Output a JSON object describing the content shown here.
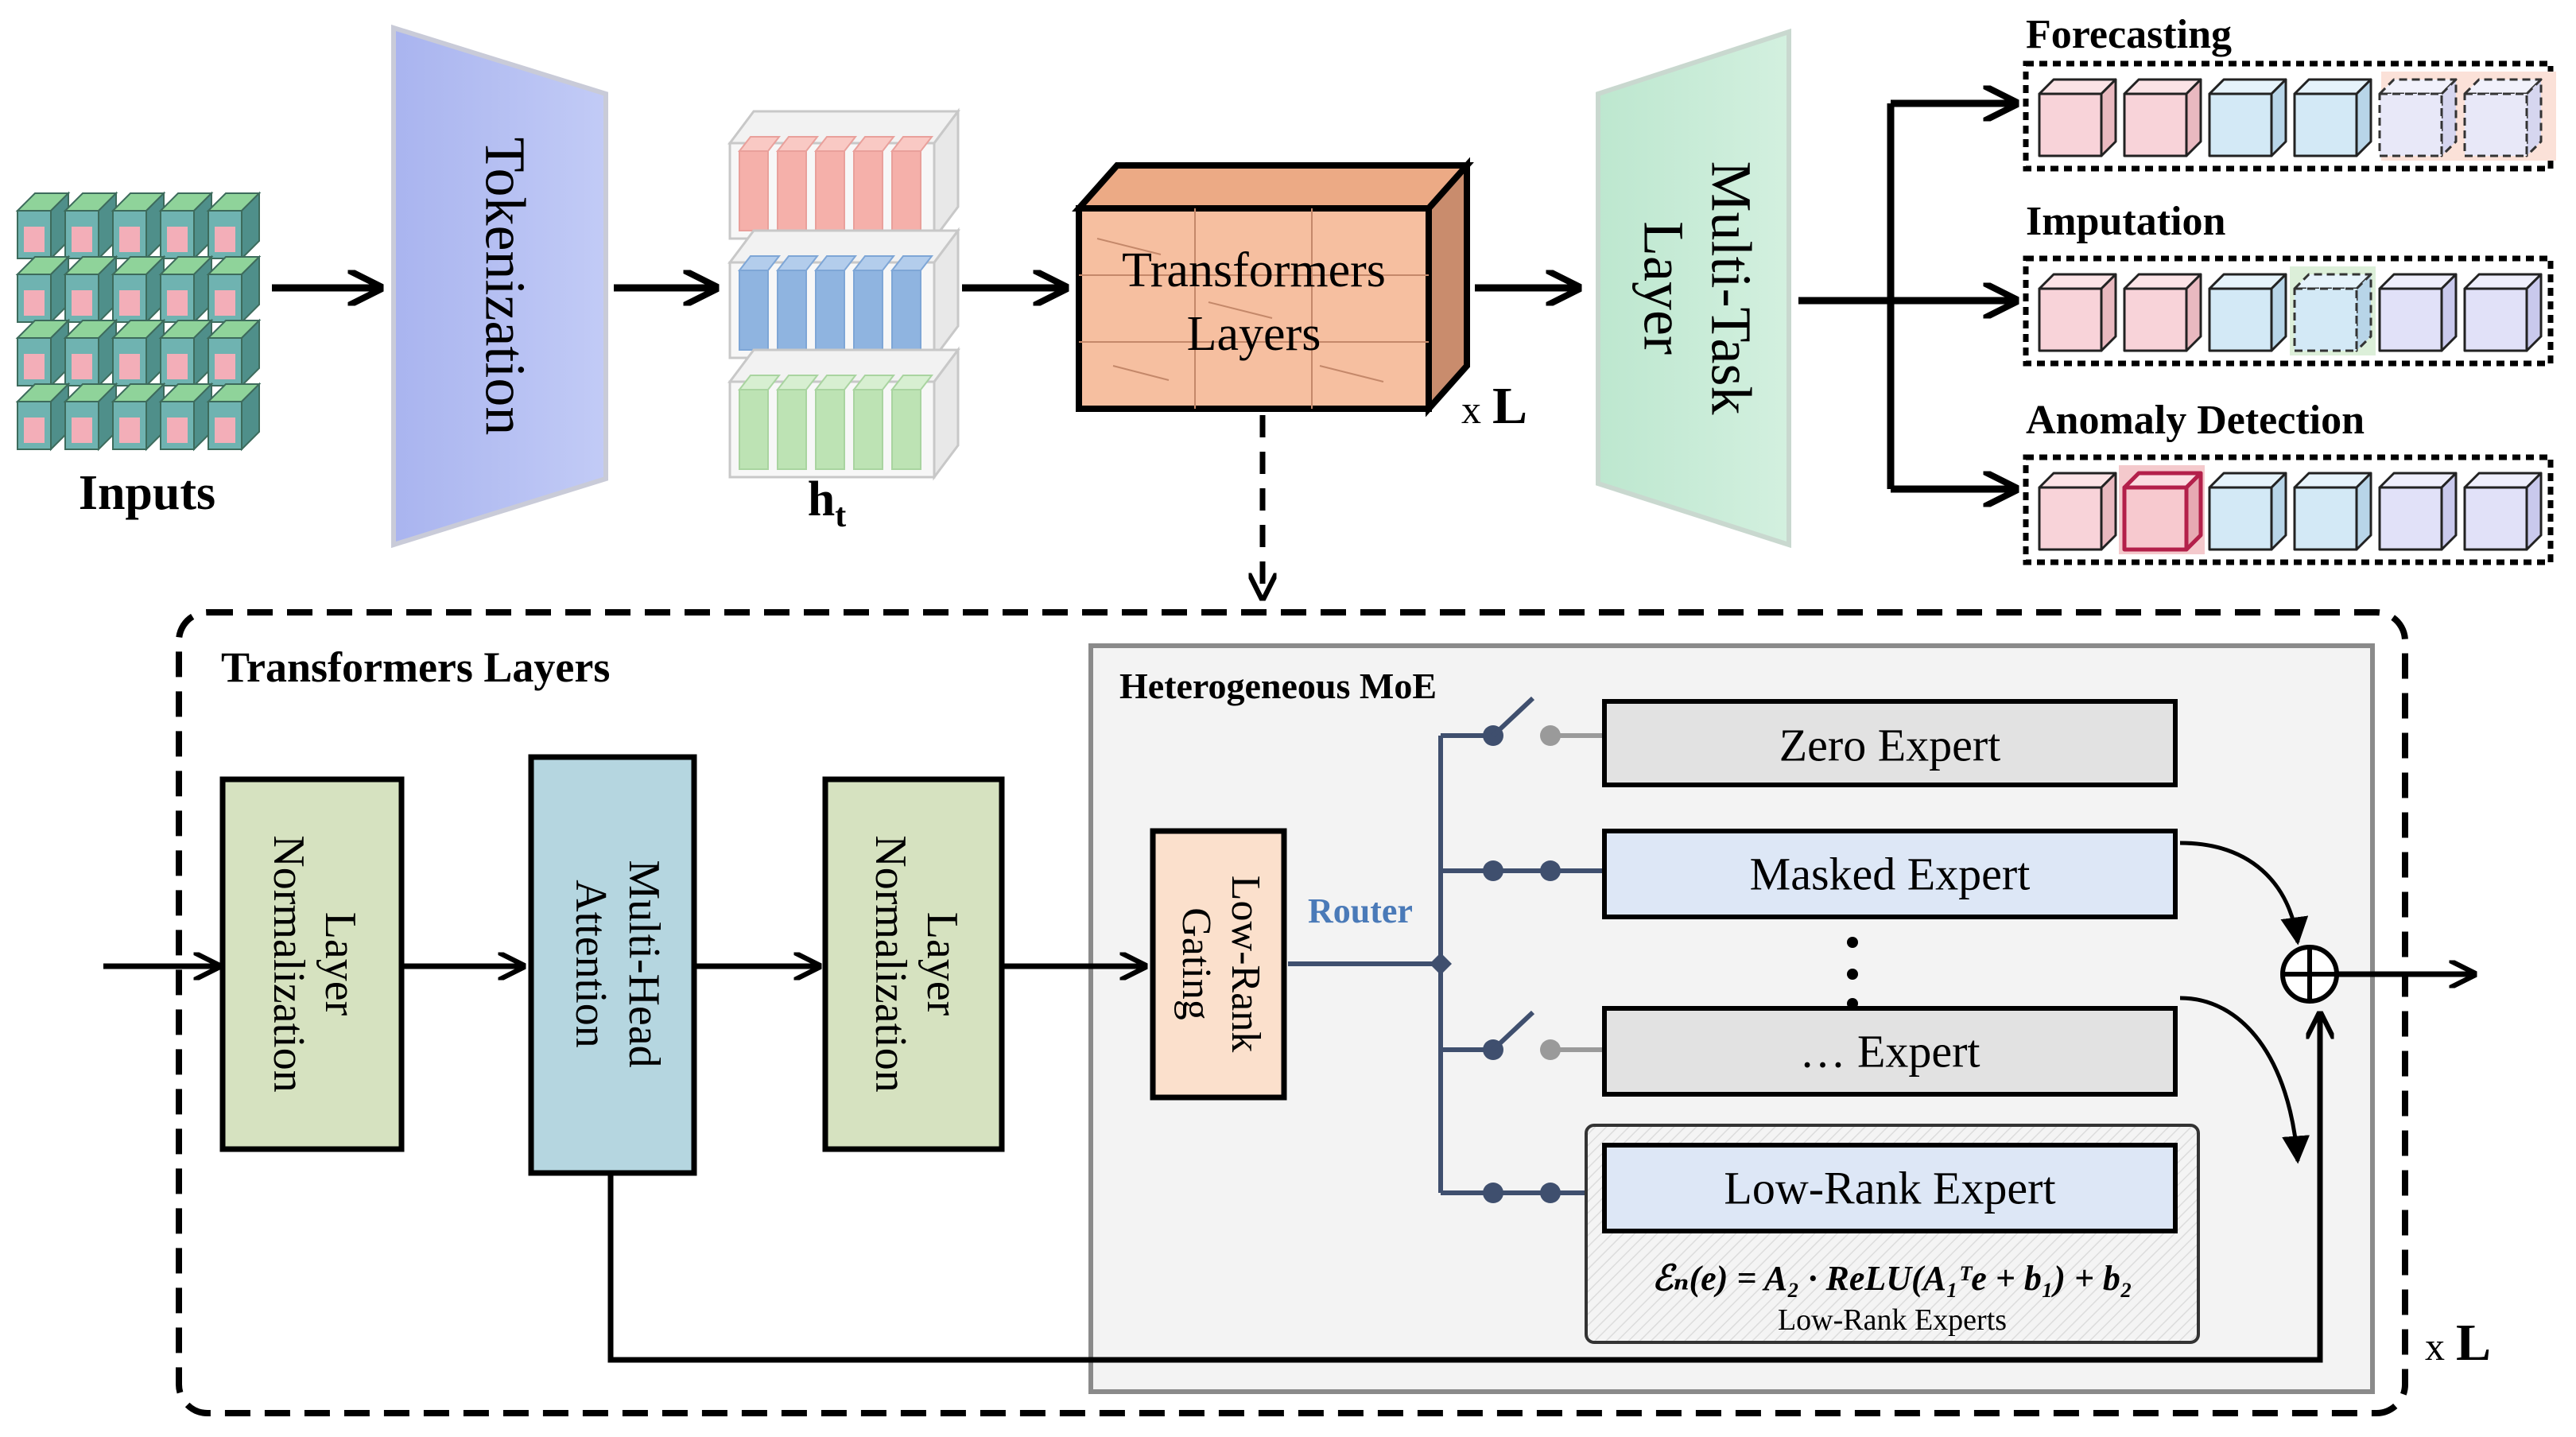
{
  "top": {
    "inputs_label": "Inputs",
    "tokenization_label": "Tokenization",
    "ht_main": "h",
    "ht_sub": "t",
    "transformers_line1": "Transformers",
    "transformers_line2": "Layers",
    "times_l_x": "x",
    "times_l_l": "L",
    "multitask_line1": "Multi-Task",
    "multitask_line2": "Layer"
  },
  "tasks": [
    {
      "title": "Forecasting"
    },
    {
      "title": "Imputation"
    },
    {
      "title": "Anomaly Detection"
    }
  ],
  "detail": {
    "title": "Transformers Layers",
    "norm1_line1": "Layer",
    "norm1_line2": "Normalization",
    "attn_line1": "Multi-Head",
    "attn_line2": "Attention",
    "norm2_line1": "Layer",
    "norm2_line2": "Normalization",
    "times_l_x": "x",
    "times_l_l": "L"
  },
  "moe": {
    "title": "Heterogeneous MoE",
    "gating_line1": "Low-Rank",
    "gating_line2": "Gating",
    "router_label": "Router",
    "experts": [
      {
        "label": "Zero Expert"
      },
      {
        "label": "Masked Expert"
      },
      {
        "label": "… Expert"
      },
      {
        "label": "Low-Rank Expert"
      }
    ],
    "formula": "ℰₙ(e) = A₂ · ReLU(A₁ᵀe + b₁) + b₂",
    "lowrank_caption": "Low-Rank Experts",
    "colors": {
      "router": "#4a7ab8",
      "wire": "#3f4f6e",
      "switch_off": "#9a9a9a"
    }
  }
}
